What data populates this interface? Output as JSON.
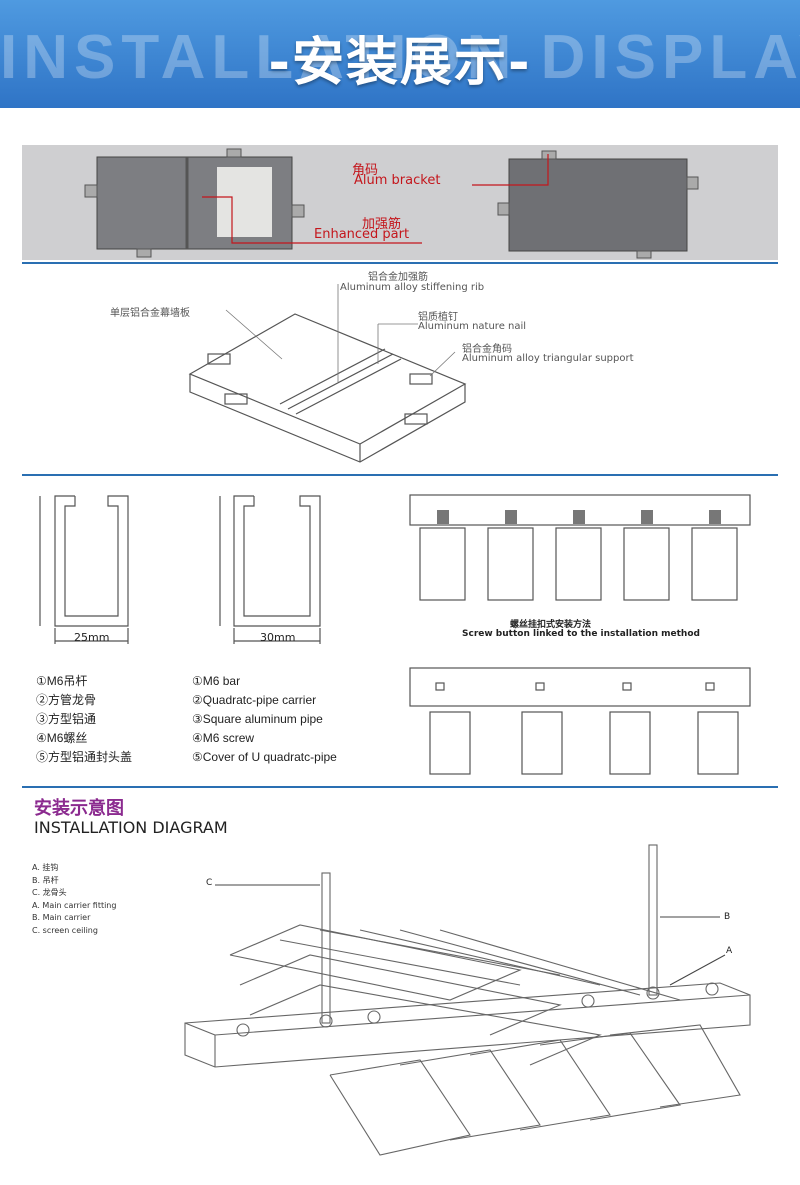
{
  "banner": {
    "background_text": "INSTALLATION DISPLAY",
    "title": "-安装展示-"
  },
  "photo_section": {
    "bracket_cn": "角码",
    "bracket_en": "Alum bracket",
    "enhanced_cn": "加强筋",
    "enhanced_en": "Enhanced part"
  },
  "panel_diagram": {
    "single_panel_cn": "单层铝合金幕墙板",
    "rib_cn": "铝合金加强筋",
    "rib_en": "Aluminum alloy stiffening rib",
    "nail_cn": "铝质植钉",
    "nail_en": "Aluminum nature nail",
    "support_cn": "铝合金角码",
    "support_en": "Aluminum alloy triangular support"
  },
  "profiles": {
    "dim1": "25mm",
    "dim2": "30mm",
    "method_cn": "螺丝挂扣式安装方法",
    "method_en": "Screw button linked to the installation method"
  },
  "legend": {
    "cn": [
      "①M6吊杆",
      "②方管龙骨",
      "③方型铝通",
      "④M6螺丝",
      "⑤方型铝通封头盖"
    ],
    "en": [
      "①M6  bar",
      "②Quadratc-pipe carrier",
      "③Square aluminum pipe",
      "④M6 screw",
      "⑤Cover of U quadratc-pipe"
    ]
  },
  "installation": {
    "title_cn": "安装示意图",
    "title_en": "INSTALLATION DIAGRAM",
    "notes": [
      "A. 挂钩",
      "B. 吊杆",
      "C. 龙骨头",
      "A. Main carrier fitting",
      "B. Main carrier",
      "C. screen ceiling"
    ],
    "label_a": "A",
    "label_b": "B",
    "label_c": "C"
  },
  "colors": {
    "banner": "#3f86d6",
    "rule": "#2a6fb2",
    "callout_red": "#c4161c",
    "title_purple": "#8b2a8f"
  }
}
